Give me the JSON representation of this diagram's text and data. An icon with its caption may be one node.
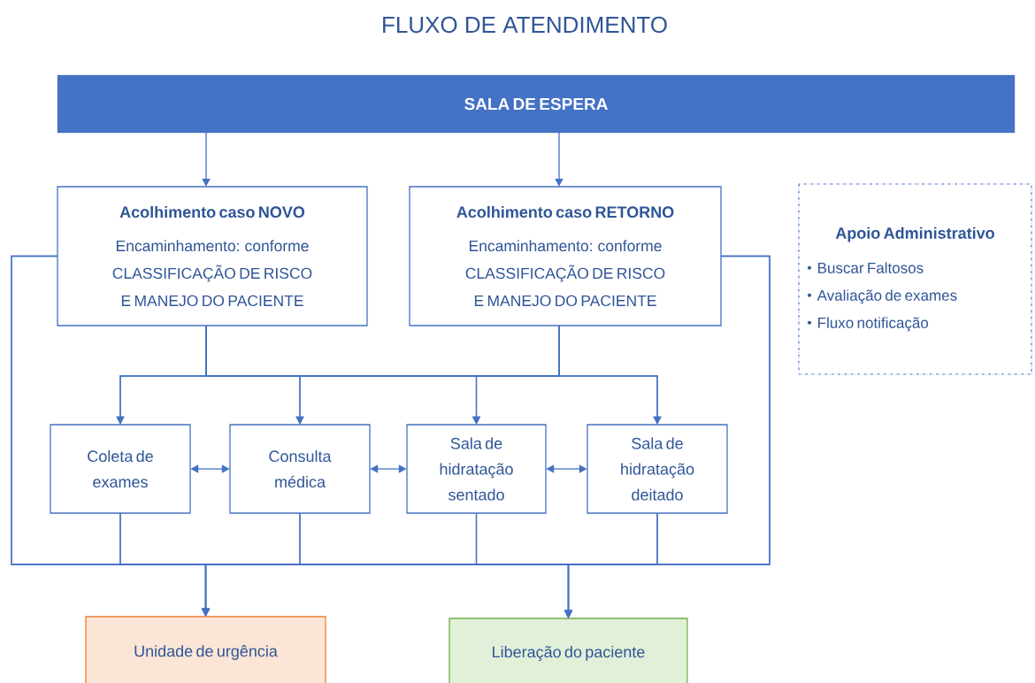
{
  "diagram": {
    "title": "FLUXO DE ATENDIMENTO",
    "nodes": [
      {
        "text": [
          "SALA DE ESPERA"
        ]
      },
      {
        "text": [
          "Acolhimento caso NOVO",
          "Encaminhamento: conforme CLASSIFICAÇÃO DE RISCO E MANEJO DO PACIENTE"
        ]
      },
      {
        "text": [
          "Acolhimento caso RETORNO",
          "Encaminhamento: conforme CLASSIFICAÇÃO DE RISCO E MANEJO DO PACIENTE"
        ]
      },
      {
        "text": [
          "Apoio Administrativo",
          "Buscar Faltosos",
          "Avaliação de exames",
          "Fluxo notificação"
        ]
      },
      {
        "text": [
          "Coleta de exames"
        ]
      },
      {
        "text": [
          "Consulta médica"
        ]
      },
      {
        "text": [
          "Sala de hidratação sentado"
        ]
      },
      {
        "text": [
          "Sala de hidratação deitado"
        ]
      },
      {
        "text": [
          "Unidade de urgência"
        ]
      },
      {
        "text": [
          "Liberação do paciente"
        ]
      }
    ],
    "edges": [
      {
        "from": 0,
        "to": 1,
        "arrow": "to"
      },
      {
        "from": 0,
        "to": 2,
        "arrow": "to"
      },
      {
        "from": 1,
        "to": 4,
        "arrow": "to"
      },
      {
        "from": 1,
        "to": 5,
        "arrow": "to"
      },
      {
        "from": 1,
        "to": 6,
        "arrow": "to"
      },
      {
        "from": 1,
        "to": 7,
        "arrow": "to"
      },
      {
        "from": 2,
        "to": 4,
        "arrow": "to"
      },
      {
        "from": 2,
        "to": 5,
        "arrow": "to"
      },
      {
        "from": 2,
        "to": 6,
        "arrow": "to"
      },
      {
        "from": 2,
        "to": 7,
        "arrow": "to"
      },
      {
        "from": 4,
        "to": 5,
        "arrow": "both"
      },
      {
        "from": 5,
        "to": 6,
        "arrow": "both"
      },
      {
        "from": 6,
        "to": 7,
        "arrow": "both"
      },
      {
        "from": 1,
        "to": 8,
        "arrow": "to"
      },
      {
        "from": 2,
        "to": 8,
        "arrow": "to"
      },
      {
        "from": 4,
        "to": 8,
        "arrow": "to"
      },
      {
        "from": 5,
        "to": 8,
        "arrow": "to"
      },
      {
        "from": 6,
        "to": 8,
        "arrow": "to"
      },
      {
        "from": 7,
        "to": 8,
        "arrow": "to"
      },
      {
        "from": 1,
        "to": 9,
        "arrow": "to"
      },
      {
        "from": 2,
        "to": 9,
        "arrow": "to"
      },
      {
        "from": 4,
        "to": 9,
        "arrow": "to"
      },
      {
        "from": 5,
        "to": 9,
        "arrow": "to"
      },
      {
        "from": 6,
        "to": 9,
        "arrow": "to"
      },
      {
        "from": 7,
        "to": 9,
        "arrow": "to"
      }
    ]
  }
}
